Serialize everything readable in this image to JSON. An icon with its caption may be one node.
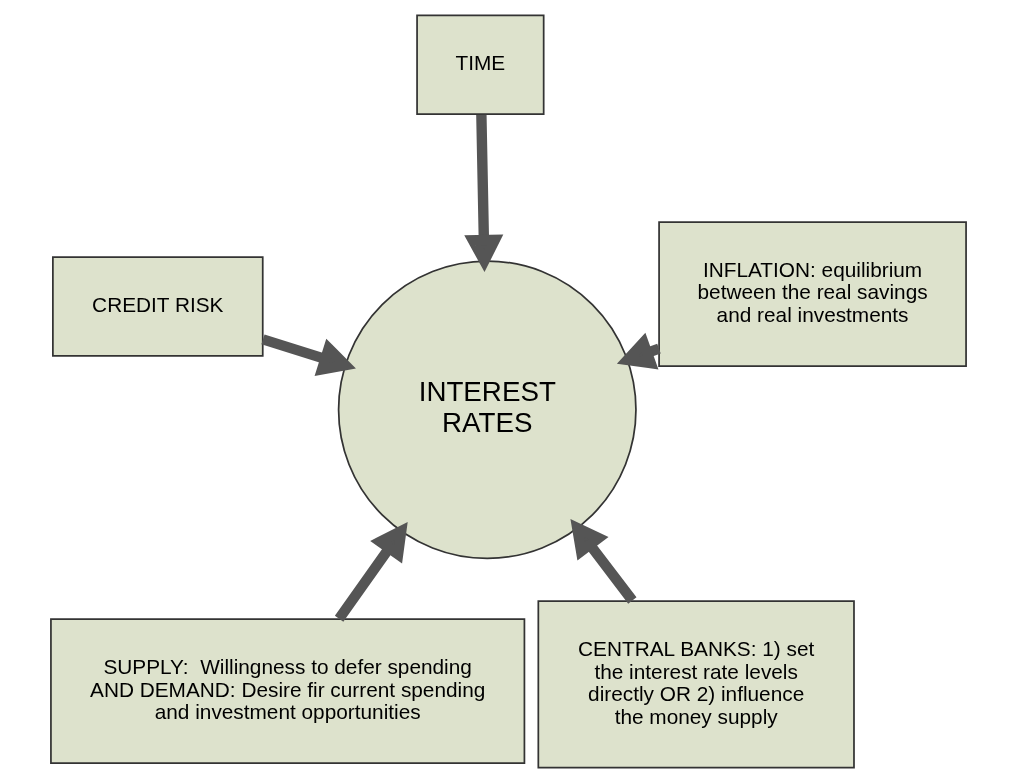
{
  "diagram": {
    "nodes": [
      {
        "text": [
          "SUPPLY:  Willingness to defer spending AND DEMAND: Desire fir current spending and investment opportunities"
        ]
      },
      {
        "text": [
          "CENTRAL BANKS: 1) set the interest rate levels directly OR 2) influence the money supply"
        ]
      },
      {
        "text": [
          "INTEREST RATES"
        ]
      },
      {
        "text": [
          "TIME"
        ]
      },
      {
        "text": [
          "INFLATION: equilibrium between the real savings and real investments"
        ]
      },
      {
        "text": [
          "CREDIT RISK"
        ]
      }
    ],
    "edges": [
      {
        "from": 0,
        "to": 2,
        "arrow": "to"
      },
      {
        "from": 1,
        "to": 2,
        "arrow": "to"
      },
      {
        "from": 3,
        "to": 2,
        "arrow": "to"
      },
      {
        "from": 5,
        "to": 2,
        "arrow": "to"
      },
      {
        "from": 4,
        "to": 2,
        "arrow": "to"
      }
    ]
  }
}
